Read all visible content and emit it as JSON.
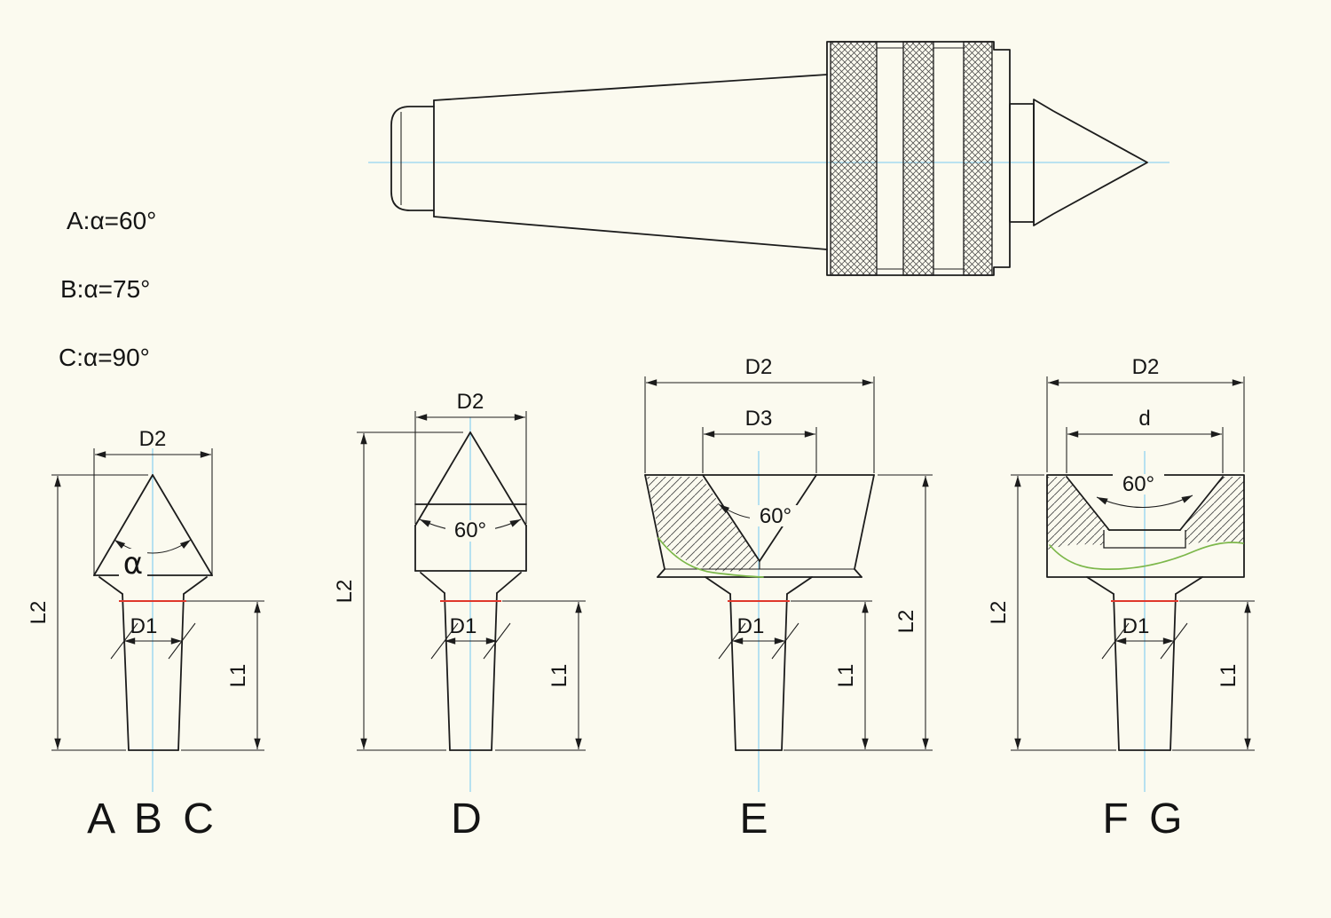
{
  "colors": {
    "background": "#fbfaef",
    "line": "#1c1c1c",
    "centerline_blue": "#92d4f0",
    "gauge_red": "#df382c",
    "break_green": "#7cb74a"
  },
  "notes": [
    {
      "text": "A:α=60°"
    },
    {
      "text": "B:α=75°"
    },
    {
      "text": "C:α=90°"
    }
  ],
  "views": {
    "abc": {
      "label": "A B C",
      "angle": "α",
      "dim_d2": "D2",
      "dim_d1": "D1",
      "dim_l1": "L1",
      "dim_l2": "L2"
    },
    "d": {
      "label": "D",
      "angle": "60°",
      "dim_d2": "D2",
      "dim_d1": "D1",
      "dim_l1": "L1",
      "dim_l2": "L2"
    },
    "e": {
      "label": "E",
      "angle": "60°",
      "dim_d2": "D2",
      "dim_d3": "D3",
      "dim_d1": "D1",
      "dim_l1": "L1",
      "dim_l2": "L2"
    },
    "fg": {
      "label": "F G",
      "angle": "60°",
      "dim_d2": "D2",
      "dim_d": "d",
      "dim_d1": "D1",
      "dim_l1": "L1",
      "dim_l2": "L2"
    }
  }
}
